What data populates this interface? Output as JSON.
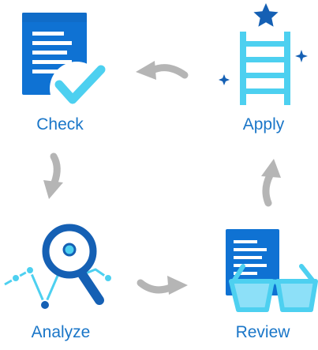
{
  "colors": {
    "primary_blue": "#0F72D3",
    "dark_blue": "#1560B4",
    "cyan": "#4DD0F0",
    "light_cyan": "#8DE0F8",
    "arrow_gray": "#B5B5B5",
    "label_text": "#1A76C8",
    "background": "#FFFFFF"
  },
  "steps": [
    {
      "id": "check",
      "label": "Check",
      "icon": "document-checkmark-icon"
    },
    {
      "id": "apply",
      "label": "Apply",
      "icon": "ladder-star-icon"
    },
    {
      "id": "analyze",
      "label": "Analyze",
      "icon": "magnifier-chart-icon"
    },
    {
      "id": "review",
      "label": "Review",
      "icon": "document-glasses-icon"
    }
  ],
  "arrows": [
    {
      "from": "apply",
      "to": "check"
    },
    {
      "from": "check",
      "to": "analyze"
    },
    {
      "from": "analyze",
      "to": "review"
    },
    {
      "from": "review",
      "to": "apply"
    }
  ]
}
